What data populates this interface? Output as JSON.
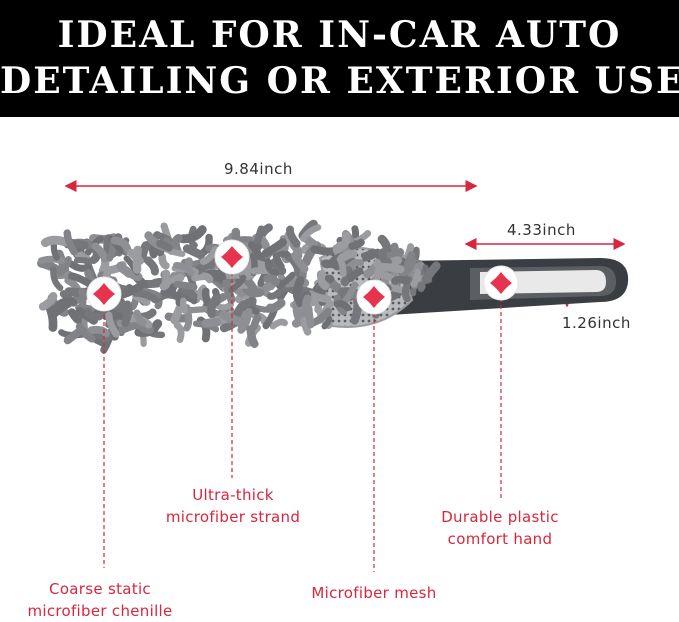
{
  "banner": {
    "line1": "IDEAL FOR IN-CAR AUTO",
    "line2": "DETAILING OR EXTERIOR USE"
  },
  "dimensions": {
    "length": "9.84inch",
    "handle_length": "4.33inch",
    "handle_width": "1.26inch"
  },
  "callouts": {
    "ultra_thick": [
      "Ultra-thick",
      "microfiber strand"
    ],
    "plastic": [
      "Durable plastic",
      "comfort hand"
    ],
    "chenille": [
      "Coarse static",
      "microfiber chenille"
    ],
    "mesh": "Microfiber mesh"
  },
  "colors": {
    "accent": "#d9263e",
    "banner_bg": "#000000",
    "microfiber": "#7a7c80",
    "handle": "#3a3d42"
  }
}
